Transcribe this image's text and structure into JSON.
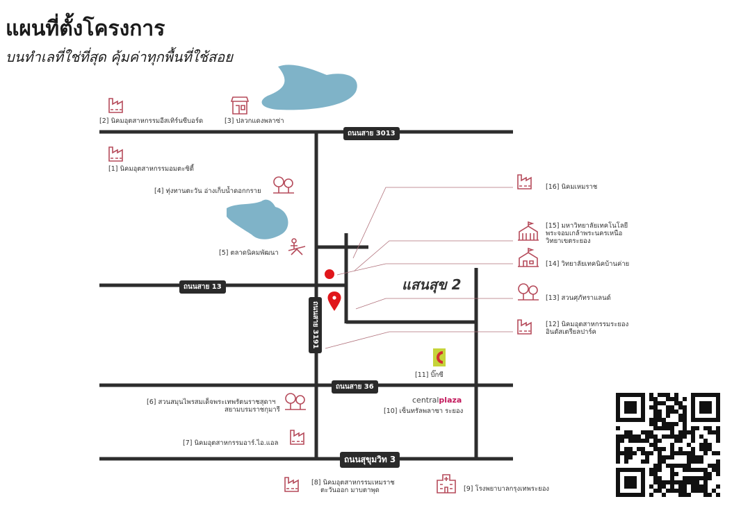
{
  "header": {
    "title": "แผนที่ตั้งโครงการ",
    "subtitle": "บนทำเลที่ใช่ที่สุด คุ้มค่าทุกพื้นที่ใช้สอย"
  },
  "roads": {
    "r3013": "ถนนสาย 3013",
    "r13": "ถนนสาย 13",
    "r3191": "ถนนสาย 3191",
    "r36": "ถนนสาย 36",
    "sukhumvit3": "ถนนสุขุมวิท 3"
  },
  "project": {
    "brand": "แสนสุข 2"
  },
  "central_logo": {
    "prefix": "central",
    "suffix": "plaza"
  },
  "places": {
    "p1": "[1] นิคมอุตสาหกรรมอมตะซิตี้",
    "p2": "[2] นิคมอุตสาหกรรมอีสเทิร์นซีบอร์ด",
    "p3": "[3] ปลวกแดงพลาซ่า",
    "p4": "[4] ทุ่งทานตะวัน อ่างเก็บน้ำดอกกราย",
    "p5": "[5] ตลาดนิคมพัฒนา",
    "p6a": "[6] สวนสมุนไพรสมเด็จพระเทพรัตนราชสุดาฯ",
    "p6b": "สยามบรมราชกุมารี",
    "p7": "[7] นิคมอุตสาหกรรมอาร์.ไอ.แอล",
    "p8a": "[8] นิคมอุตสาหกรรมเหมราช",
    "p8b": "ตะวันออก มาบตาพุด",
    "p9": "[9] โรงพยาบาลกรุงเทพระยอง",
    "p10": "[10] เซ็นทรัลพลาซา ระยอง",
    "p11": "[11] บิ๊กซี",
    "p12a": "[12] นิคมอุตสาหกรรมระยอง",
    "p12b": "อินดัสเตรียลปาร์ค",
    "p13": "[13] สวนศุภัทราแลนด์",
    "p14": "[14] วิทยาลัยเทคนิคบ้านค่าย",
    "p15a": "[15] มหาวิทยาลัยเทคโนโลยี",
    "p15b": "พระจอมเกล้าพระนครเหนือ",
    "p15c": "วิทยาเขตระยอง",
    "p16": "[16] นิคมเหมราช"
  },
  "colors": {
    "road": "#2d2d2d",
    "water": "#7fb3c8",
    "icon": "#b54a5a",
    "marker": "#e0161b"
  }
}
